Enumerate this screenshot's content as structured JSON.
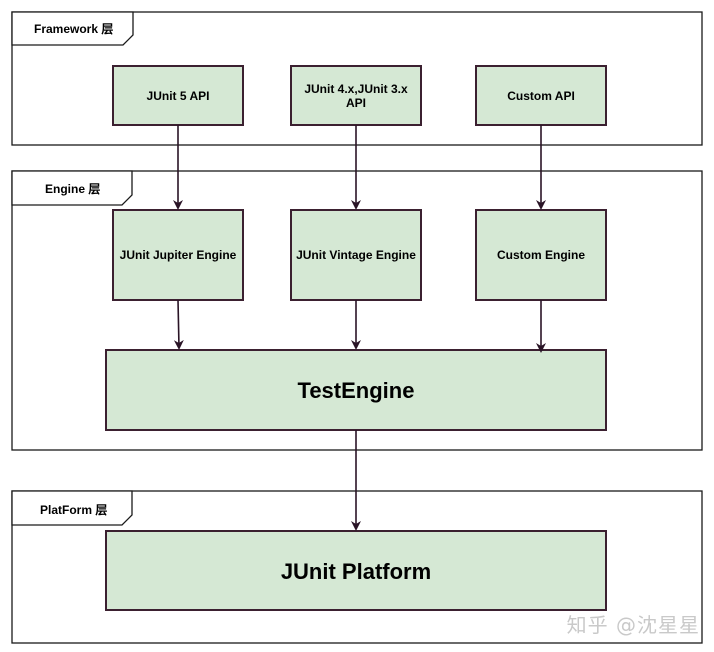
{
  "layers": {
    "framework": {
      "label": "Framework 层"
    },
    "engine": {
      "label": "Engine 层"
    },
    "platform": {
      "label": "PlatForm 层"
    }
  },
  "nodes": {
    "junit5_api": "JUnit 5 API",
    "junit4_api_line1": "JUnit 4.x,JUnit 3.x",
    "junit4_api_line2": "API",
    "custom_api": "Custom API",
    "jupiter_engine": "JUnit Jupiter Engine",
    "vintage_engine": "JUnit Vintage Engine",
    "custom_engine": "Custom Engine",
    "test_engine": "TestEngine",
    "junit_platform": "JUnit Platform"
  },
  "watermark": "知乎 @沈星星",
  "colors": {
    "node_fill": "#d5e8d4",
    "node_stroke": "#3b2030",
    "layer_stroke": "#1a1a1a",
    "arrow": "#2a1426"
  }
}
